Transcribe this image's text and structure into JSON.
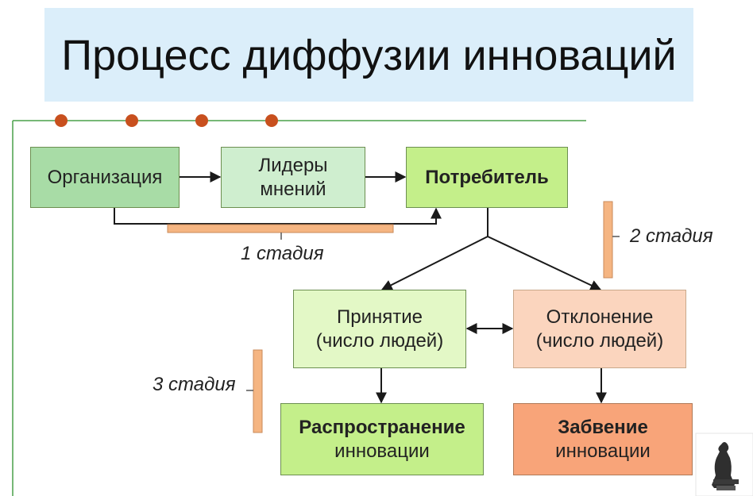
{
  "title": "Процесс диффузии инноваций",
  "nodes": {
    "organization": {
      "line1": "Организация"
    },
    "leaders": {
      "line1": "Лидеры",
      "line2": "мнений"
    },
    "consumer": {
      "line1": "Потребитель"
    },
    "acceptance": {
      "line1": "Принятие",
      "line2": "(число людей)"
    },
    "rejection": {
      "line1": "Отклонение",
      "line2": "(число людей)"
    },
    "spread": {
      "line1": "Распространение",
      "line2": "инновации"
    },
    "oblivion": {
      "line1": "Забвение",
      "line2": "инновации"
    }
  },
  "stages": {
    "stage1": "1 стадия",
    "stage2": "2 стадия",
    "stage3": "3 стадия"
  },
  "colors": {
    "title_band": "#dbeefa",
    "green_dark": "#a8dca6",
    "green_light": "#cfeecf",
    "lime": "#c4ef8a",
    "pale_lime": "#e3f8c6",
    "peach": "#fbd5be",
    "salmon": "#f8a479",
    "bracket": "#f5b582",
    "frame_line": "#4aa04a",
    "dots": "#c8501e"
  },
  "icons": [
    "statue-logo-icon"
  ]
}
